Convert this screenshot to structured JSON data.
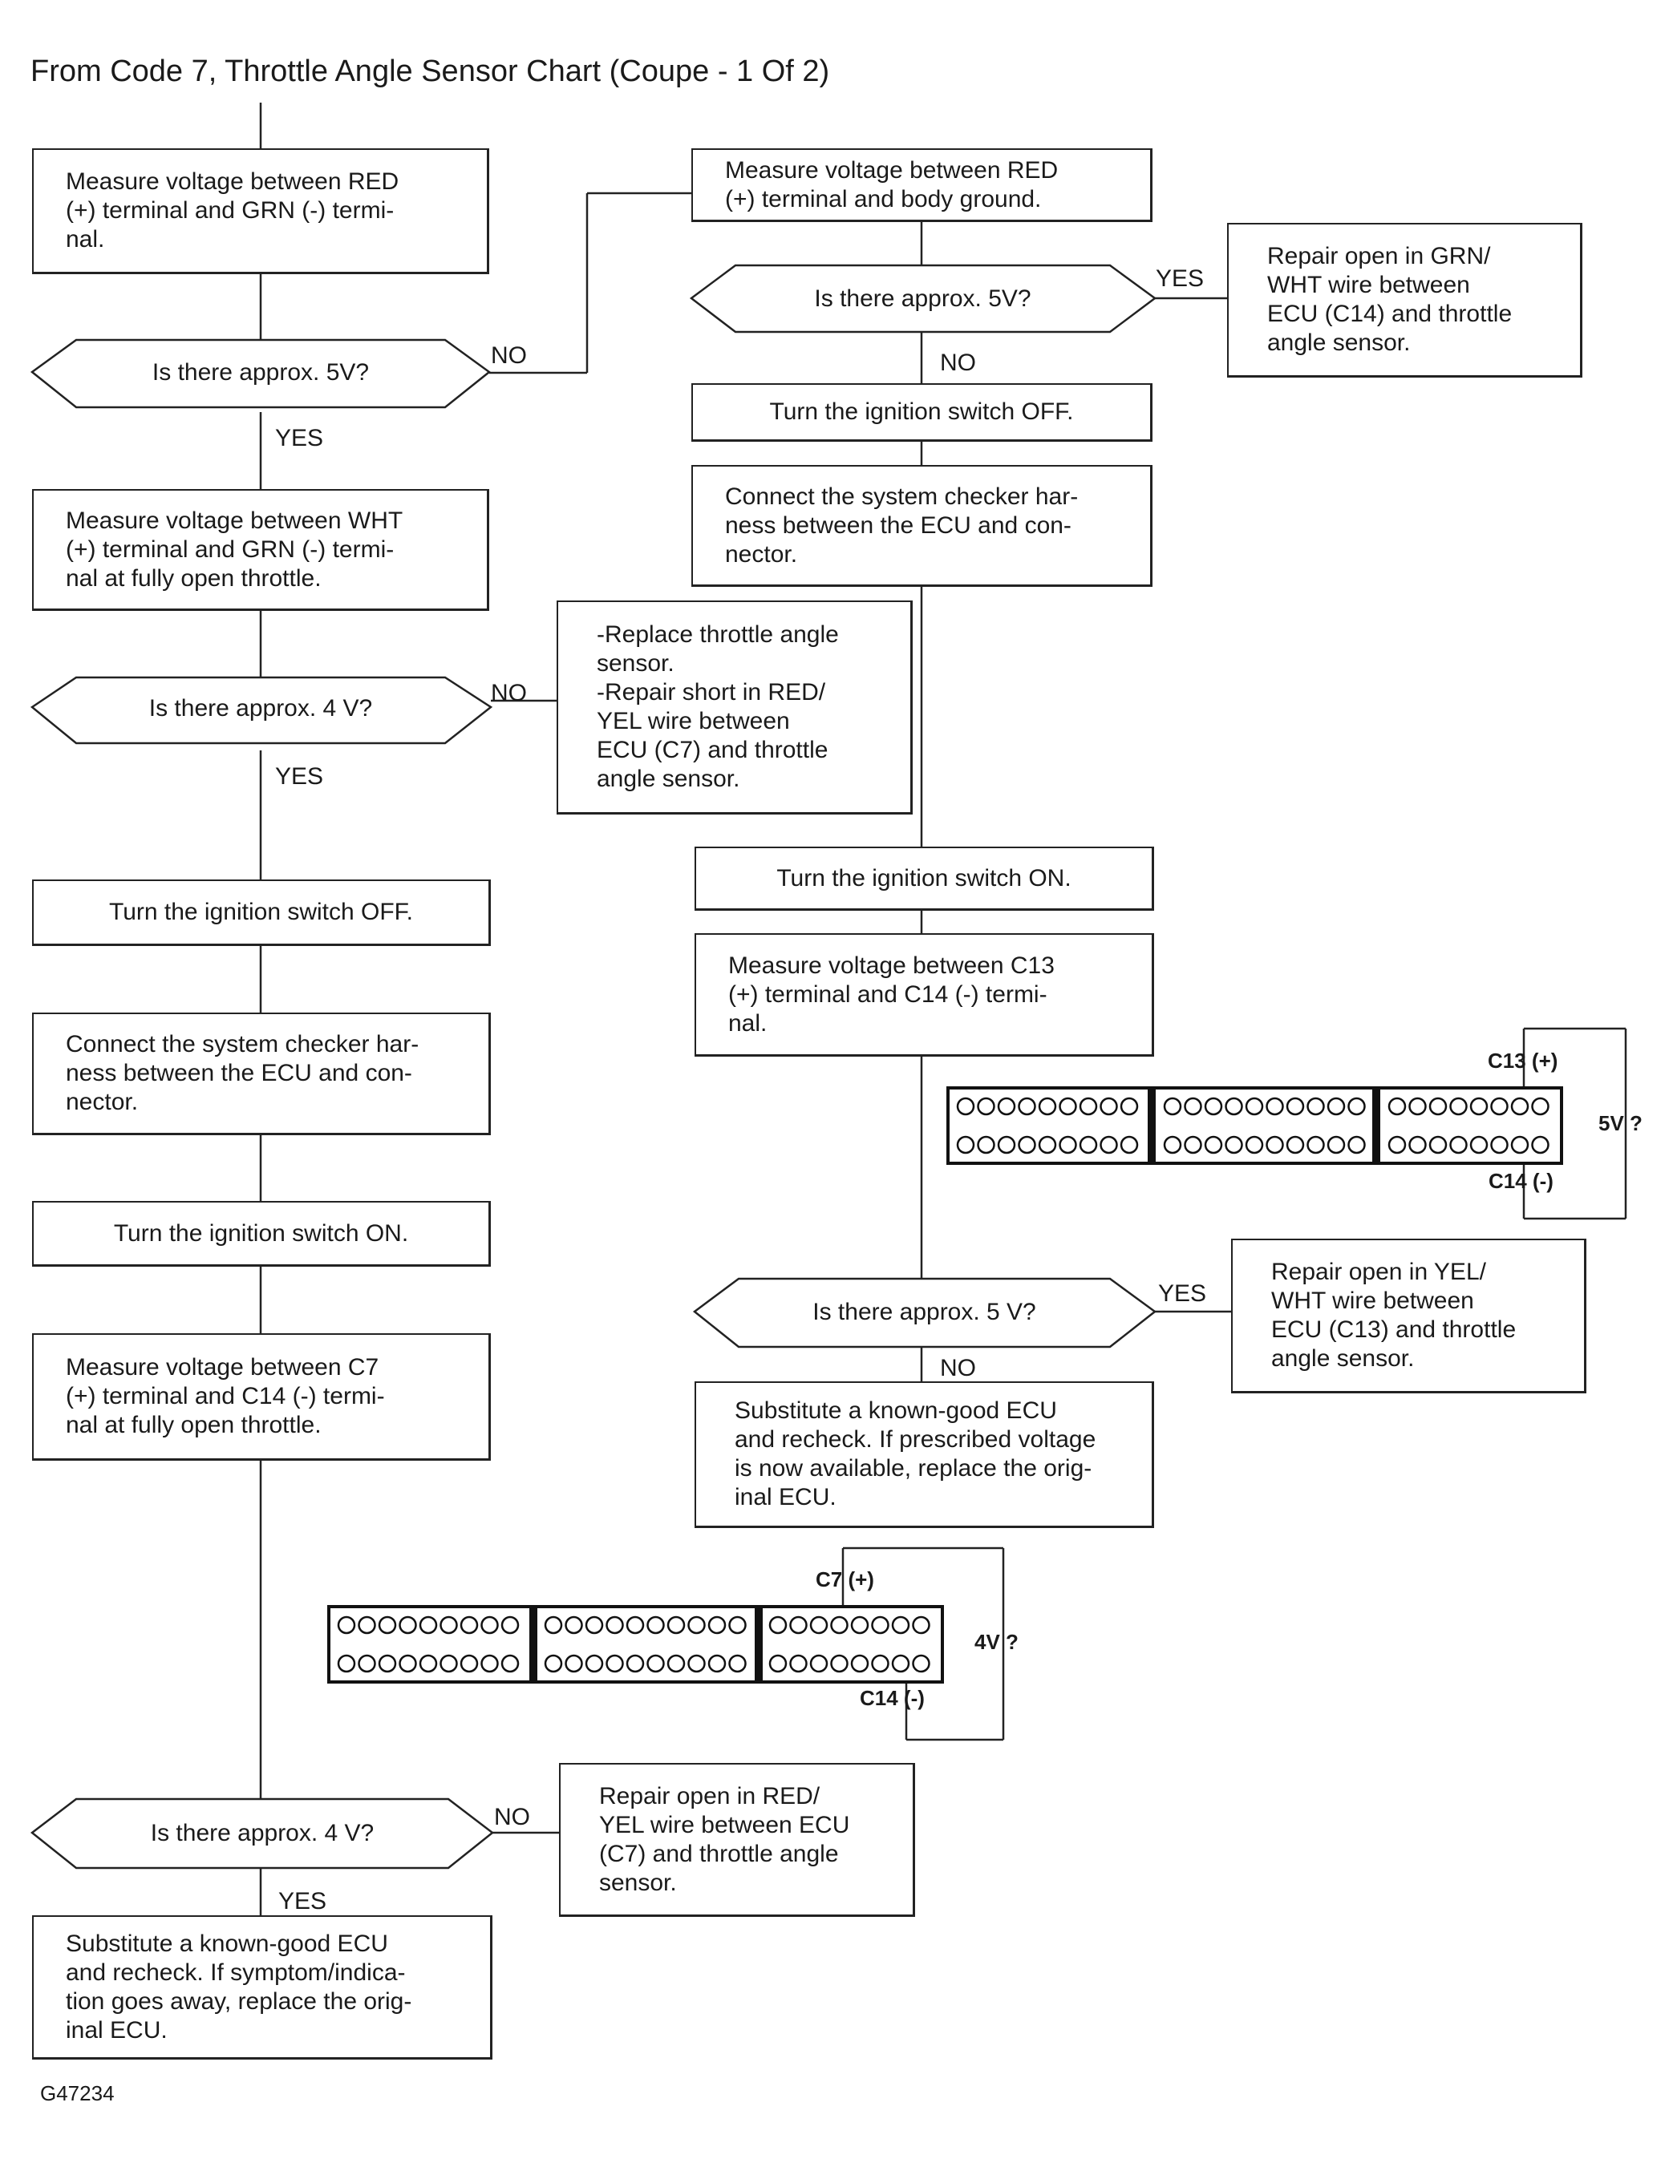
{
  "title": "From Code 7, Throttle Angle Sensor Chart (Coupe - 1 Of 2)",
  "figure_id": "G47234",
  "left": {
    "b1": [
      "Measure voltage between RED",
      "(+) terminal and GRN (-) termi-",
      "nal."
    ],
    "d1": "Is there approx. 5V?",
    "b2": [
      "Measure voltage between WHT",
      "(+) terminal and GRN (-) termi-",
      "nal at fully open throttle."
    ],
    "d2": "Is there approx. 4 V?",
    "b3": "Turn the ignition switch OFF.",
    "b4": [
      "Connect the system checker har-",
      "ness between the ECU and con-",
      "nector."
    ],
    "b5": "Turn the ignition switch ON.",
    "b6": [
      "Measure voltage between C7",
      "(+) terminal and C14 (-) termi-",
      "nal at fully open throttle."
    ],
    "d3": "Is there approx. 4 V?",
    "b7": [
      "Substitute a known-good ECU",
      "and recheck. If symptom/indica-",
      "tion goes away, replace the orig-",
      "inal ECU."
    ]
  },
  "right": {
    "b1": [
      "Measure voltage between RED",
      "(+) terminal and body ground."
    ],
    "d1": "Is there approx. 5V?",
    "r1": [
      "Repair open in GRN/",
      "WHT wire between",
      "ECU (C14) and throttle",
      "angle sensor."
    ],
    "b2": "Turn the ignition switch OFF.",
    "b3": [
      "Connect the system checker har-",
      "ness between the ECU and con-",
      "nector."
    ],
    "b4": "Turn the ignition switch ON.",
    "b5": [
      "Measure voltage between C13",
      "(+) terminal and C14 (-) termi-",
      "nal."
    ],
    "d2": "Is there approx. 5 V?",
    "r2": [
      "Repair open in YEL/",
      "WHT wire between",
      "ECU (C13) and throttle",
      "angle sensor."
    ],
    "b6": [
      "Substitute a known-good ECU",
      "and recheck. If prescribed voltage",
      "is now available, replace the orig-",
      "inal ECU."
    ]
  },
  "mid": {
    "replace_box": [
      "-Replace throttle angle",
      "sensor.",
      "-Repair short in RED/",
      "YEL wire between",
      "ECU (C7) and throttle",
      "angle sensor."
    ],
    "repair_box": [
      "Repair open in RED/",
      "YEL wire between ECU",
      "(C7) and throttle angle",
      "sensor."
    ]
  },
  "labels": {
    "yes": "YES",
    "no": "NO"
  },
  "connector_upper": {
    "top_pin": "C13 (+)",
    "bottom_pin": "C14 (-)",
    "reading": "5V ?"
  },
  "connector_lower": {
    "top_pin": "C7 (+)",
    "bottom_pin": "C14 (-)",
    "reading": "4V ?"
  }
}
